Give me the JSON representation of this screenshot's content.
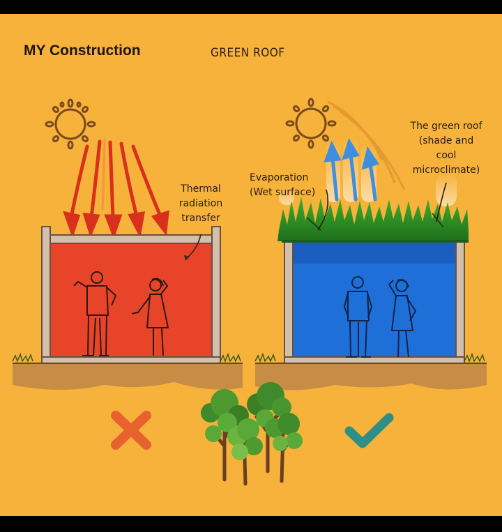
{
  "header": {
    "brand": "MY Construction",
    "title": "GREEN ROOF"
  },
  "left_panel": {
    "annotation": "Thermal radiation transfer",
    "annotation_lines": [
      "Thermal",
      "radiation",
      "transfer"
    ],
    "interior_color": "#e8442a",
    "verdict": "cross-icon",
    "verdict_color": "#e8622f"
  },
  "right_panel": {
    "annotation_evaporation_lines": [
      "Evaporation",
      "(Wet surface)"
    ],
    "annotation_green_roof_lines": [
      "The green roof",
      "(shade and",
      "cool",
      "microclimate)"
    ],
    "interior_color": "#1f6fd8",
    "verdict": "checkmark-icon",
    "verdict_color": "#2f8f86"
  },
  "colors": {
    "background": "#f6b23a",
    "frame": "#b9a591",
    "ground": "#c78d45",
    "grass": "#2f9b2a",
    "heat_arrow": "#d8301c",
    "cool_arrow": "#3f8ee0"
  }
}
